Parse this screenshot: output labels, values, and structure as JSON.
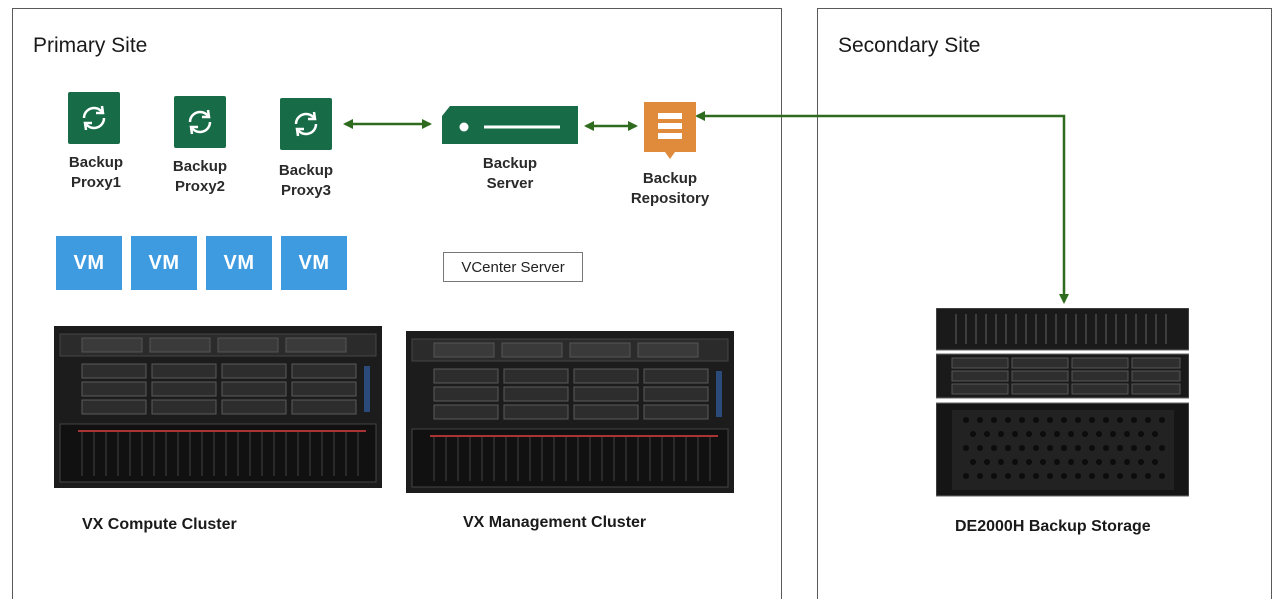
{
  "sites": {
    "primary_title": "Primary Site",
    "secondary_title": "Secondary Site"
  },
  "proxies": [
    {
      "label": "Backup\nProxy1"
    },
    {
      "label": "Backup\nProxy2"
    },
    {
      "label": "Backup\nProxy3"
    }
  ],
  "backup_server": {
    "label": "Backup\nServer"
  },
  "backup_repository": {
    "label": "Backup\nRepository"
  },
  "vms": [
    "VM",
    "VM",
    "VM",
    "VM"
  ],
  "vcenter": "VCenter Server",
  "clusters": {
    "compute": "VX Compute Cluster",
    "management": "VX Management Cluster"
  },
  "storage": {
    "label": "DE2000H Backup Storage"
  },
  "colors": {
    "proxy_green": "#176b47",
    "repo_orange": "#e08a3c",
    "vm_blue": "#3f9be0",
    "connector_green": "#2e6b1f"
  },
  "icons": {
    "proxy": "sync-icon",
    "server": "server-icon",
    "repository": "database-icon"
  }
}
